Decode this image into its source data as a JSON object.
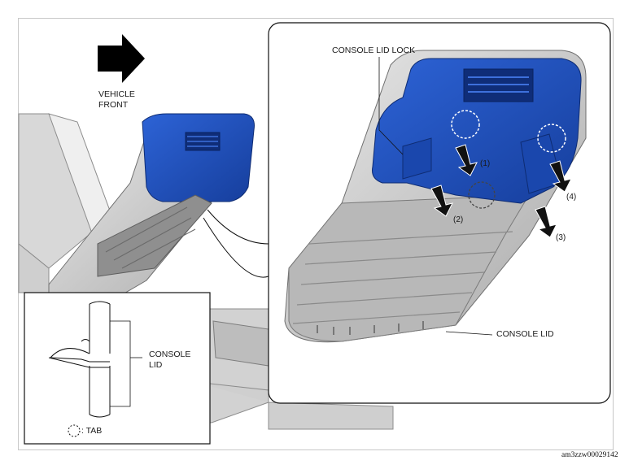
{
  "labels": {
    "vehicle_front_line1": "VEHICLE",
    "vehicle_front_line2": "FRONT",
    "console_lid_lock": "CONSOLE LID LOCK",
    "console_lid": "CONSOLE LID",
    "inset_console": "CONSOLE",
    "inset_lid": "LID",
    "tab_legend": ": TAB"
  },
  "steps": [
    "(1)",
    "(2)",
    "(3)",
    "(4)"
  ],
  "figure_code": "am3zzw00029142",
  "colors": {
    "lock_blue": "#1f4fbf",
    "lock_blue_dark": "#143a93",
    "lid_gray": "#c9c9c9",
    "lid_gray_dark": "#9a9a9a"
  },
  "icons": {
    "direction_arrow": "vehicle-front-arrow-icon",
    "tab_marker": "dashed-circle-tab-icon",
    "release_arrow": "step-arrow-icon"
  }
}
